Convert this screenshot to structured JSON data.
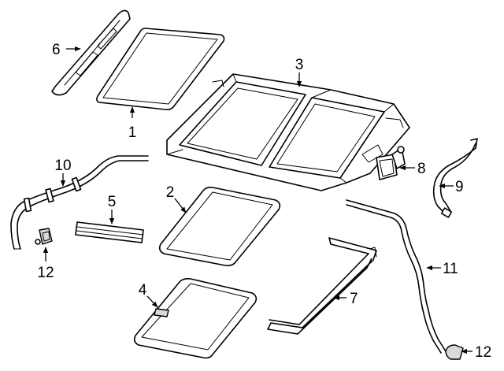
{
  "callouts": [
    {
      "id": "1",
      "label": "1"
    },
    {
      "id": "2",
      "label": "2"
    },
    {
      "id": "3",
      "label": "3"
    },
    {
      "id": "4",
      "label": "4"
    },
    {
      "id": "5",
      "label": "5"
    },
    {
      "id": "6",
      "label": "6"
    },
    {
      "id": "7",
      "label": "7"
    },
    {
      "id": "8",
      "label": "8"
    },
    {
      "id": "9",
      "label": "9"
    },
    {
      "id": "10",
      "label": "10"
    },
    {
      "id": "11",
      "label": "11"
    },
    {
      "id": "12a",
      "label": "12"
    },
    {
      "id": "12b",
      "label": "12"
    }
  ]
}
